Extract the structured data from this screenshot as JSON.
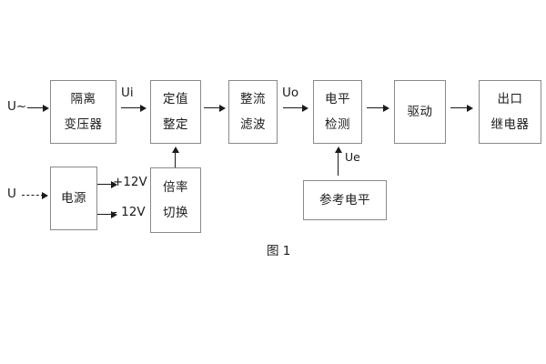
{
  "figure": {
    "caption": "图 1",
    "line_color": "#1b1b1b",
    "box_border_color": "#8a8a8a",
    "background": "#ffffff"
  },
  "signal_chain": {
    "blocks": [
      {
        "id": "isolation-transformer",
        "line1": "隔离",
        "line2": "变压器"
      },
      {
        "id": "setting-value",
        "line1": "定值",
        "line2": "整定"
      },
      {
        "id": "rectify-filter",
        "line1": "整流",
        "line2": "滤波"
      },
      {
        "id": "level-detection",
        "line1": "电平",
        "line2": "检测"
      },
      {
        "id": "drive",
        "line1": "驱动",
        "line2": ""
      },
      {
        "id": "output-relay",
        "line1": "出口",
        "line2": "继电器"
      }
    ]
  },
  "auxiliary": {
    "blocks": [
      {
        "id": "power-supply",
        "line1": "电源",
        "line2": ""
      },
      {
        "id": "ratio-switch",
        "line1": "倍率",
        "line2": "切换"
      },
      {
        "id": "reference-level",
        "line1": "参考电平",
        "line2": ""
      }
    ]
  },
  "labels": {
    "input_ac": "U~",
    "input_dc": "U",
    "ui": "Ui",
    "uo": "Uo",
    "ue": "Ue",
    "rail_positive": "+12V",
    "rail_negative": "- 12V"
  }
}
